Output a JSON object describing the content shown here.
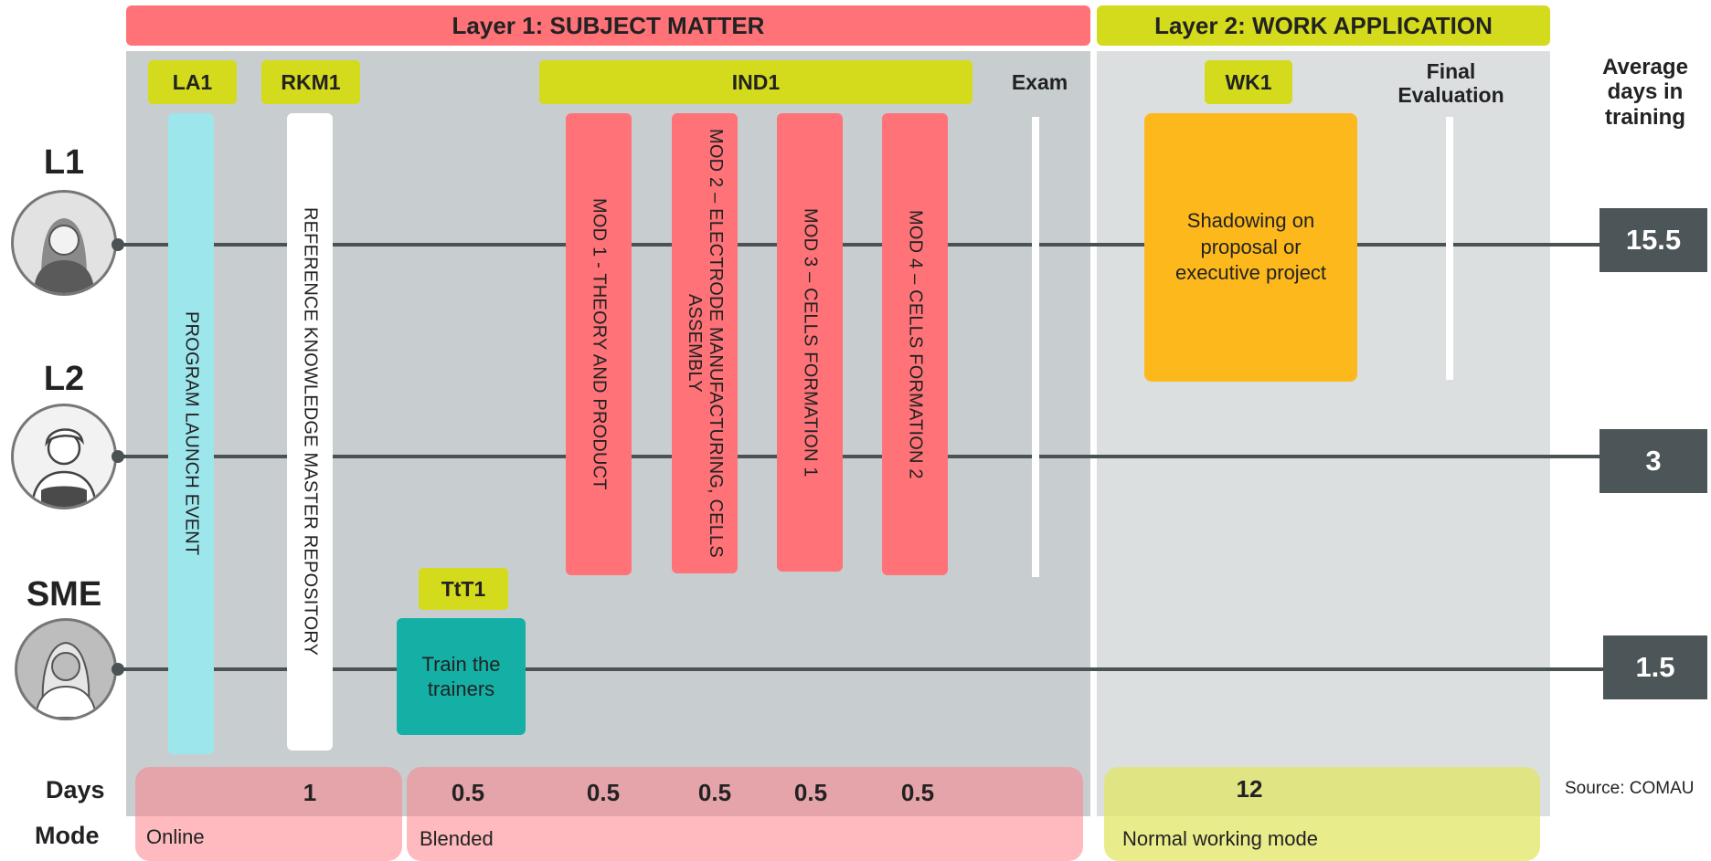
{
  "layers": {
    "layer1": "Layer 1: SUBJECT MATTER",
    "layer2": "Layer 2: WORK APPLICATION"
  },
  "tags": {
    "la1": "LA1",
    "rkm1": "RKM1",
    "ind1": "IND1",
    "exam": "Exam",
    "wk1": "WK1",
    "final_evaluation": "Final Evaluation",
    "ttt1": "TtT1"
  },
  "average_days_header": "Average days in training",
  "bars": {
    "program_launch": "PROGRAM LAUNCH EVENT",
    "reference_repo": "REFERENCE KNOWLEDGE MASTER REPOSITORY",
    "mod1": "MOD 1 - THEORY AND PRODUCT",
    "mod2": "MOD 2 – ELECTRODE MANUFACTURING, CELLS ASSEMBLY",
    "mod3": "MOD 3 – CELLS FORMATION 1",
    "mod4": "MOD 4 – CELLS FORMATION 2",
    "shadowing": "Shadowing on proposal or executive project",
    "train_trainers": "Train the trainers"
  },
  "people": [
    {
      "label": "L1",
      "avg_days": "15.5"
    },
    {
      "label": "L2",
      "avg_days": "3"
    },
    {
      "label": "SME",
      "avg_days": "1.5"
    }
  ],
  "days_label": "Days",
  "mode_label": "Mode",
  "days": {
    "rkm1": "1",
    "ttt1": "0.5",
    "mod1": "0.5",
    "mod2": "0.5",
    "mod3": "0.5",
    "mod4": "0.5",
    "wk1": "12"
  },
  "modes": {
    "online": "Online",
    "blended": "Blended",
    "normal": "Normal working mode"
  },
  "source": "Source: COMAU",
  "colors": {
    "layer1": "#fe7278",
    "layer2": "#d4da1c",
    "panel1": "#c8cecf",
    "panel2": "#dcdfe0",
    "cyan_bar": "#9ce6ec",
    "teal_box": "#14b0a6",
    "orange_box": "#fdb91c",
    "count_box": "#4c5557"
  }
}
